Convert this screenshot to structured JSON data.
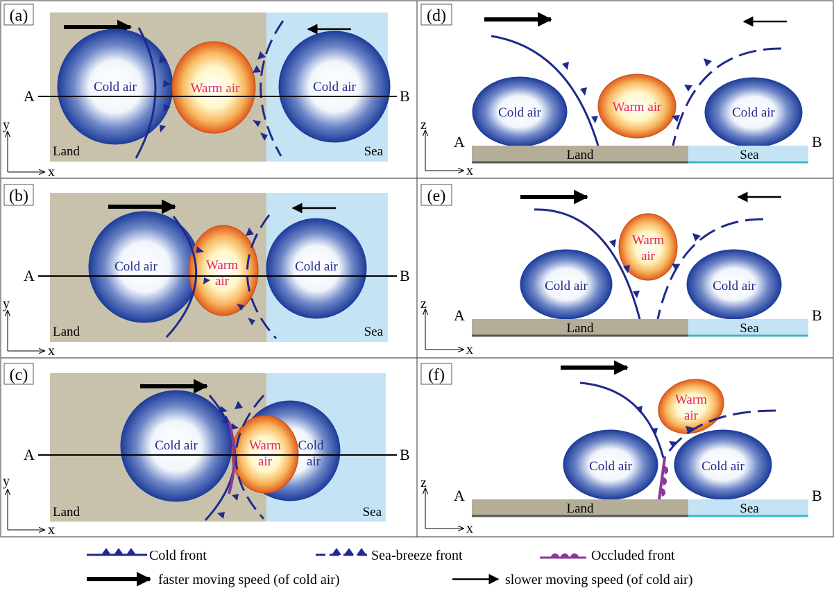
{
  "panels": {
    "a": {
      "label": "(a)",
      "cold_left": "Cold air",
      "warm": "Warm air",
      "cold_right": "Cold air",
      "point_a": "A",
      "point_b": "B",
      "land": "Land",
      "sea": "Sea",
      "axis_v": "y",
      "axis_h": "x"
    },
    "b": {
      "label": "(b)",
      "cold_left": "Cold air",
      "warm_1": "Warm",
      "warm_2": "air",
      "cold_right": "Cold air",
      "point_a": "A",
      "point_b": "B",
      "land": "Land",
      "sea": "Sea",
      "axis_v": "y",
      "axis_h": "x"
    },
    "c": {
      "label": "(c)",
      "cold_left": "Cold air",
      "warm_1": "Warm",
      "warm_2": "air",
      "cold_right_1": "Cold",
      "cold_right_2": "air",
      "point_a": "A",
      "point_b": "B",
      "land": "Land",
      "sea": "Sea",
      "axis_v": "y",
      "axis_h": "x"
    },
    "d": {
      "label": "(d)",
      "cold_left": "Cold air",
      "warm": "Warm air",
      "cold_right": "Cold air",
      "point_a": "A",
      "point_b": "B",
      "land": "Land",
      "sea": "Sea",
      "axis_v": "z",
      "axis_h": "x"
    },
    "e": {
      "label": "(e)",
      "cold_left": "Cold air",
      "warm_1": "Warm",
      "warm_2": "air",
      "cold_right": "Cold air",
      "point_a": "A",
      "point_b": "B",
      "land": "Land",
      "sea": "Sea",
      "axis_v": "z",
      "axis_h": "x"
    },
    "f": {
      "label": "(f)",
      "cold_left": "Cold air",
      "warm_1": "Warm",
      "warm_2": "air",
      "cold_right": "Cold air",
      "point_a": "A",
      "point_b": "B",
      "land": "Land",
      "sea": "Sea",
      "axis_v": "z",
      "axis_h": "x"
    }
  },
  "legend": {
    "cold_front": "Cold front",
    "sea_breeze_front": "Sea-breeze front",
    "occluded_front": "Occluded front",
    "faster": "faster moving speed (of cold air)",
    "slower": "slower moving speed (of cold air)"
  },
  "colors": {
    "land": "#c8c2ac",
    "sea": "#c4e4f6",
    "front": "#1f2a8c",
    "occluded": "#8a3a96",
    "cold_text": "#1f2a8c",
    "warm_text": "#e0245e",
    "ground_land": "#b4ad98",
    "ground_sea_line": "#3bb8c8"
  }
}
